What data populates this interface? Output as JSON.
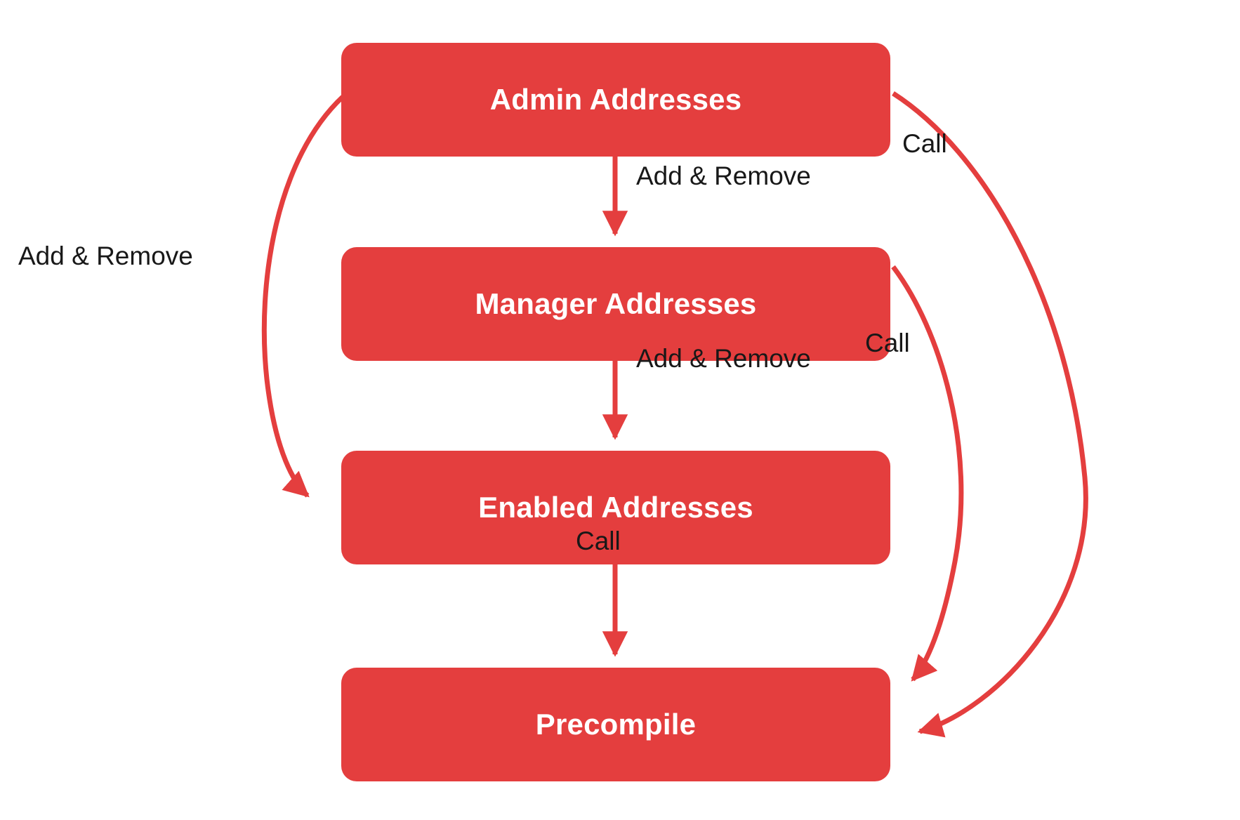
{
  "diagram": {
    "title": "Address permission hierarchy and precompile access flow",
    "background_color": "#FFFFFF",
    "node_color": "#E43E3E",
    "node_text_color": "#FFFFFF",
    "edge_color": "#E43E3E",
    "edge_label_color": "#181818",
    "nodes": [
      {
        "id": "admin",
        "label": "Admin Addresses"
      },
      {
        "id": "manager",
        "label": "Manager Addresses"
      },
      {
        "id": "enabled",
        "label": "Enabled Addresses"
      },
      {
        "id": "precompile",
        "label": "Precompile"
      }
    ],
    "edges": [
      {
        "id": "admin-manager",
        "from": "admin",
        "to": "manager",
        "label": "Add & Remove"
      },
      {
        "id": "manager-enabled",
        "from": "manager",
        "to": "enabled",
        "label": "Add & Remove"
      },
      {
        "id": "enabled-precompile",
        "from": "enabled",
        "to": "precompile",
        "label": "Call"
      },
      {
        "id": "admin-enabled",
        "from": "admin",
        "to": "enabled",
        "label": "Add & Remove"
      },
      {
        "id": "admin-precompile",
        "from": "admin",
        "to": "precompile",
        "label": "Call"
      },
      {
        "id": "manager-precompile",
        "from": "manager",
        "to": "precompile",
        "label": "Call"
      }
    ]
  }
}
